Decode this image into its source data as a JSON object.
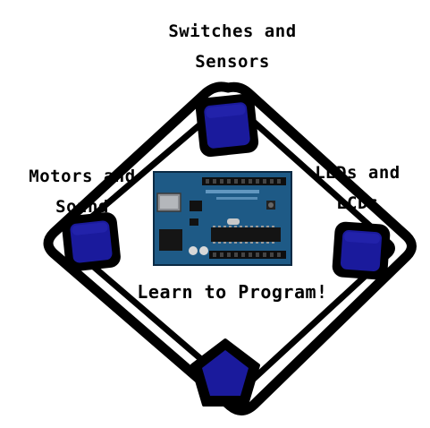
{
  "labels": {
    "top": {
      "line1": "Switches and",
      "line2": "Sensors"
    },
    "left": {
      "line1": "Motors and",
      "line2": "Sound"
    },
    "right": {
      "line1": "LEDs and",
      "line2": "LCDs"
    },
    "center": "Learn to Program!"
  },
  "colors": {
    "outline": "#000000",
    "button_fill": "#1a1a9c",
    "button_shadow": "#000033",
    "board_pcb": "#1e5a86",
    "board_dark": "#0f3452",
    "background": "#ffffff"
  },
  "icons": [
    "arduino-board-photo",
    "square-button-icon",
    "pentagon-button-icon"
  ]
}
